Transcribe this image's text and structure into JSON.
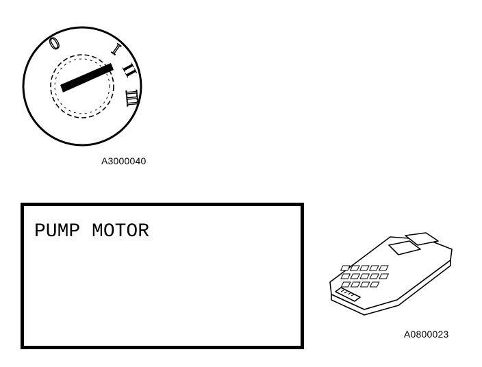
{
  "ignition": {
    "caption": "A3000040",
    "position_labels": [
      "0",
      "I",
      "II",
      "III"
    ]
  },
  "scan_display": {
    "text": "PUMP MOTOR"
  },
  "scan_tool": {
    "caption": "A0800023"
  },
  "colors": {
    "ink": "#000000",
    "paper": "#ffffff"
  },
  "icons": [
    "ignition-switch-icon",
    "scan-tool-icon"
  ]
}
